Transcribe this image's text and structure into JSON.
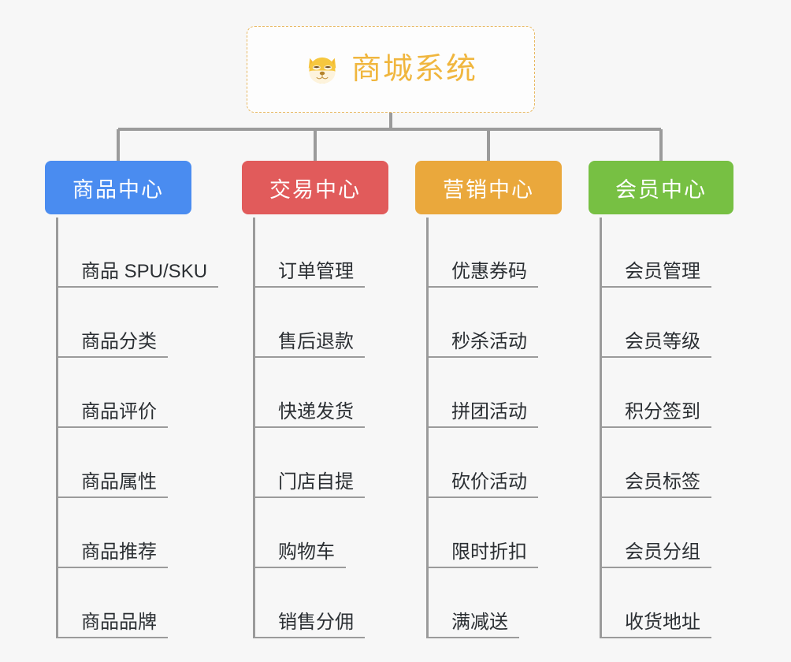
{
  "root": {
    "title": "商城系统",
    "icon": "shiba-dog-icon",
    "title_color": "#f0b63e",
    "border_color": "#e8b861"
  },
  "canvas": {
    "background": "#f7f7f7",
    "connector_color": "#9b9b9b"
  },
  "branches": [
    {
      "label": "商品中心",
      "color": "#4a8cf0",
      "leaves": [
        "商品 SPU/SKU",
        "商品分类",
        "商品评价",
        "商品属性",
        "商品推荐",
        "商品品牌"
      ]
    },
    {
      "label": "交易中心",
      "color": "#e15b5b",
      "leaves": [
        "订单管理",
        "售后退款",
        "快递发货",
        "门店自提",
        "购物车",
        "销售分佣"
      ]
    },
    {
      "label": "营销中心",
      "color": "#eaa83c",
      "leaves": [
        "优惠券码",
        "秒杀活动",
        "拼团活动",
        "砍价活动",
        "限时折扣",
        "满减送"
      ]
    },
    {
      "label": "会员中心",
      "color": "#77c043",
      "leaves": [
        "会员管理",
        "会员等级",
        "积分签到",
        "会员标签",
        "会员分组",
        "收货地址"
      ]
    }
  ]
}
